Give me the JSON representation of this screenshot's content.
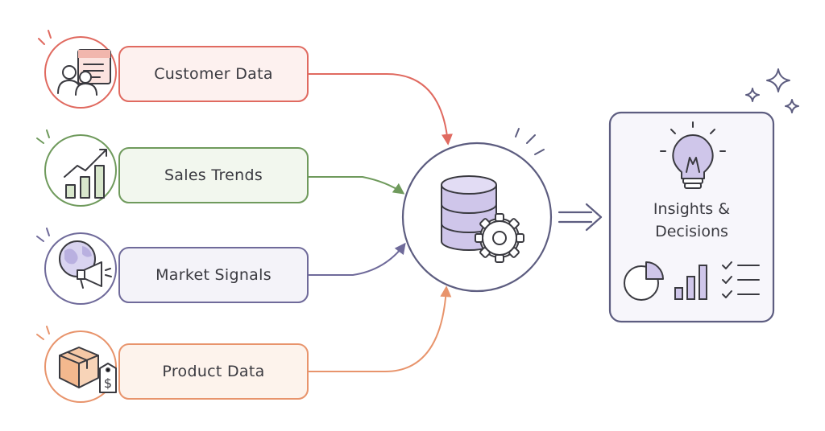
{
  "sources": [
    {
      "label": "Customer Data",
      "icon": "customer-data-icon",
      "color": "#e06a60",
      "fill": "#fdf1ef"
    },
    {
      "label": "Sales Trends",
      "icon": "sales-trends-icon",
      "color": "#6f9a5c",
      "fill": "#f2f7ee"
    },
    {
      "label": "Market Signals",
      "icon": "market-signals-icon",
      "color": "#6f6a9a",
      "fill": "#f4f3f9"
    },
    {
      "label": "Product Data",
      "icon": "product-data-icon",
      "color": "#e8946c",
      "fill": "#fdf3ec"
    }
  ],
  "hub": {
    "icon": "database-gear-icon",
    "color": "#5d5d80",
    "accent": "#cfc6ea"
  },
  "output": {
    "line1": "Insights &",
    "line2": "Decisions",
    "icon": "lightbulb-icon",
    "color": "#5d5d80",
    "accent": "#cfc6ea"
  }
}
